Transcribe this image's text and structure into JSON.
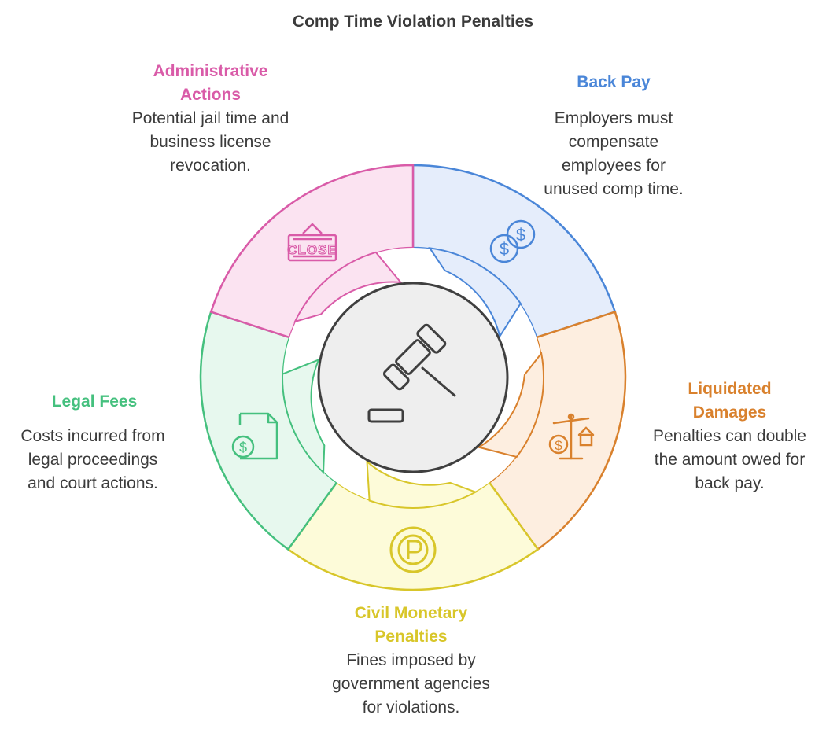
{
  "title": "Comp Time Violation Penalties",
  "center": {
    "icon": "gavel-icon"
  },
  "segments": [
    {
      "key": "back_pay",
      "title": "Back Pay",
      "description": "Employers must compensate employees for unused comp time.",
      "icon": "dollar-coins-icon",
      "color": "#4a86d8",
      "fill": "#e5edfb"
    },
    {
      "key": "liquidated_damages",
      "title": "Liquidated Damages",
      "description": "Penalties can double the amount owed for back pay.",
      "icon": "scales-icon",
      "color": "#d9812d",
      "fill": "#fdeee0"
    },
    {
      "key": "civil_monetary",
      "title": "Civil Monetary Penalties",
      "description": "Fines imposed by government agencies for violations.",
      "icon": "parking-p-icon",
      "color": "#d8c62a",
      "fill": "#fdfbd9"
    },
    {
      "key": "legal_fees",
      "title": "Legal Fees",
      "description": "Costs incurred from legal proceedings and court actions.",
      "icon": "dollar-document-icon",
      "color": "#45c07e",
      "fill": "#e7f8ee"
    },
    {
      "key": "administrative_actions",
      "title": "Administrative Actions",
      "description": "Potential jail time and business license revocation.",
      "icon": "close-sign-icon",
      "color": "#d95ba8",
      "fill": "#fbe3f1"
    }
  ]
}
